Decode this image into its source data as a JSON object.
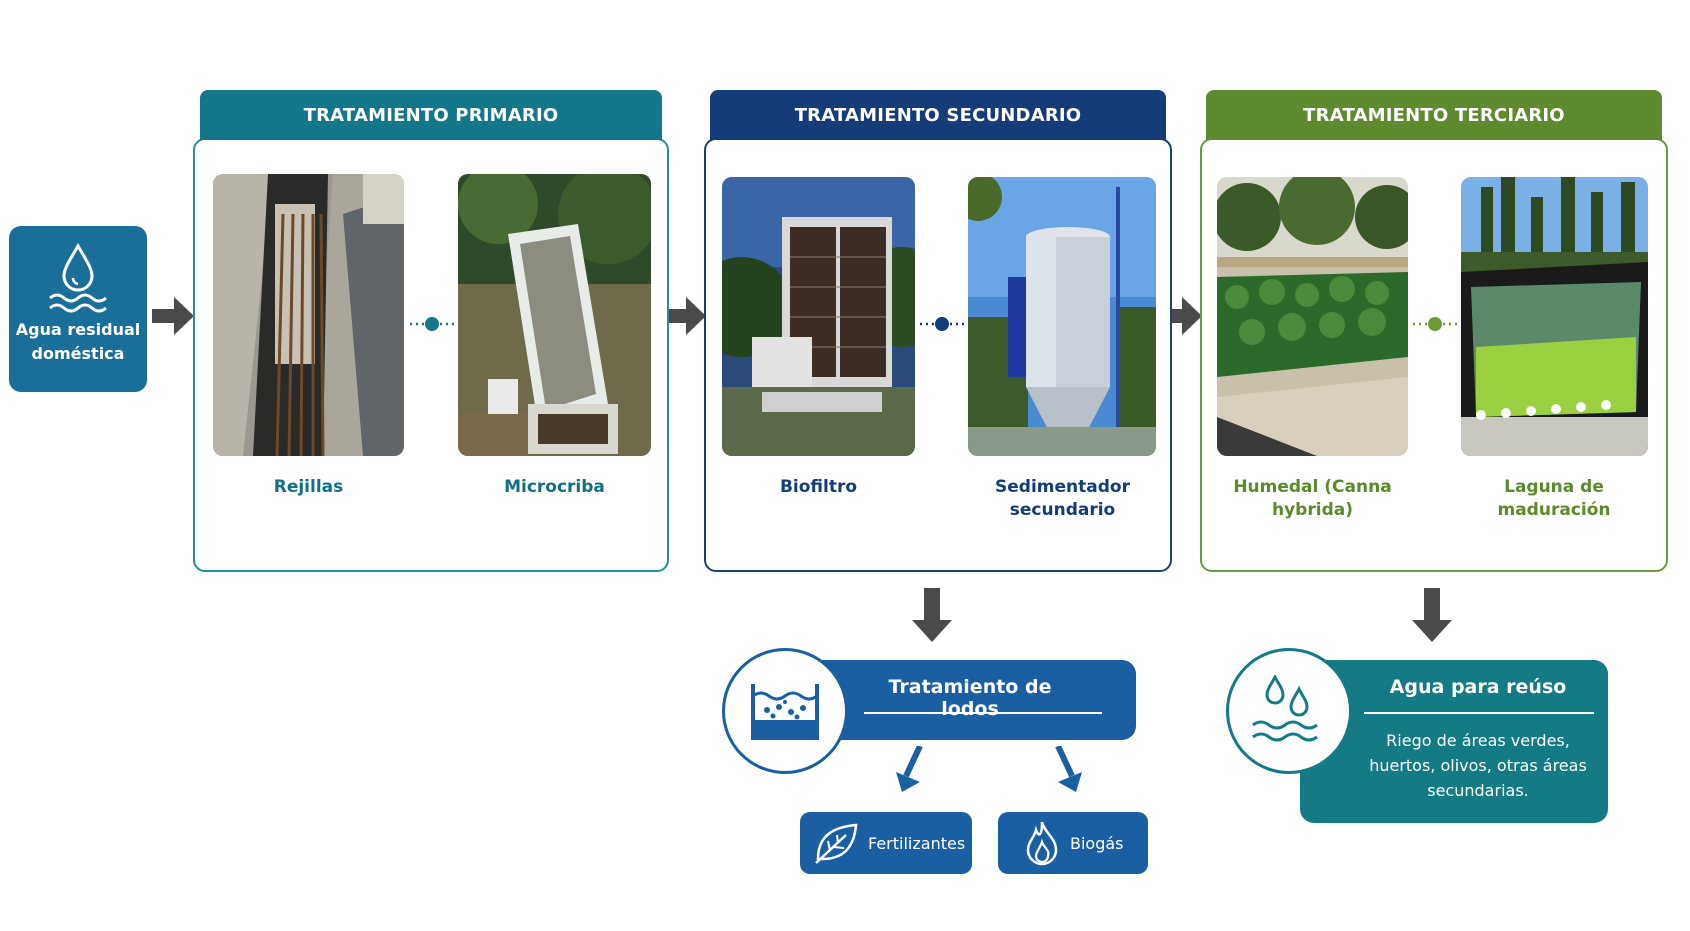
{
  "source": {
    "label": "Agua residual doméstica",
    "icon": "water-drop-waves-icon"
  },
  "stages": [
    {
      "title": "TRATAMIENTO PRIMARIO",
      "color": "#14768a",
      "steps": [
        {
          "label": "Rejillas"
        },
        {
          "label": "Microcriba"
        }
      ]
    },
    {
      "title": "TRATAMIENTO SECUNDARIO",
      "color": "#143c78",
      "steps": [
        {
          "label": "Biofiltro"
        },
        {
          "label": "Sedimentador secundario"
        }
      ]
    },
    {
      "title": "TRATAMIENTO TERCIARIO",
      "color": "#5f8a2e",
      "steps": [
        {
          "label": "Humedal (Canna hybrida)"
        },
        {
          "label": "Laguna de maduración"
        }
      ]
    }
  ],
  "sludge": {
    "title": "Tratamiento de lodos",
    "color": "#1a5fa2",
    "products": [
      {
        "label": "Fertilizantes",
        "icon": "leaf-icon"
      },
      {
        "label": "Biogás",
        "icon": "flame-icon"
      }
    ]
  },
  "reuse": {
    "title": "Agua para reúso",
    "color": "#137a86",
    "description": "Riego de áreas verdes, huertos, olivos, otras áreas secundarias."
  }
}
